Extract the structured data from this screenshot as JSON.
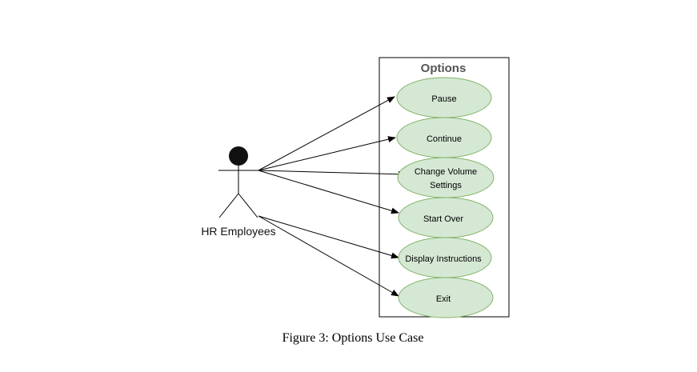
{
  "diagram": {
    "system_title": "Options",
    "actor_label": "HR Employees",
    "use_cases": [
      {
        "name": "pause",
        "lines": [
          "Pause"
        ]
      },
      {
        "name": "continue",
        "lines": [
          "Continue"
        ]
      },
      {
        "name": "change-volume-settings",
        "lines": [
          "Change Volume",
          "Settings"
        ]
      },
      {
        "name": "start-over",
        "lines": [
          "Start Over"
        ]
      },
      {
        "name": "display-instructions",
        "lines": [
          "Display Instructions"
        ]
      },
      {
        "name": "exit",
        "lines": [
          "Exit"
        ]
      }
    ],
    "colors": {
      "use_case_fill": "#d5e8d4",
      "use_case_stroke": "#82b366",
      "system_title": "#555555",
      "line": "#000000"
    }
  },
  "caption": "Figure 3: Options Use Case"
}
